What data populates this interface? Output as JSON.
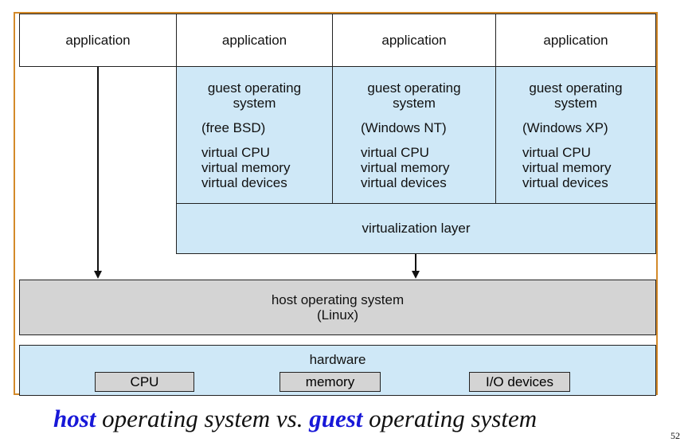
{
  "apps": {
    "app1": "application",
    "app2": "application",
    "app3": "application",
    "app4": "application"
  },
  "guests": [
    {
      "title_line1": "guest operating",
      "title_line2": "system",
      "os": "(free BSD)",
      "cpu": "virtual CPU",
      "memory": "virtual memory",
      "devices": "virtual devices"
    },
    {
      "title_line1": "guest operating",
      "title_line2": "system",
      "os": "(Windows NT)",
      "cpu": "virtual CPU",
      "memory": "virtual memory",
      "devices": "virtual devices"
    },
    {
      "title_line1": "guest operating",
      "title_line2": "system",
      "os": "(Windows XP)",
      "cpu": "virtual CPU",
      "memory": "virtual memory",
      "devices": "virtual devices"
    }
  ],
  "virtualization_layer": "virtualization layer",
  "host": {
    "line1": "host operating system",
    "line2": "(Linux)"
  },
  "hardware": {
    "title": "hardware",
    "cpu": "CPU",
    "memory": "memory",
    "io": "I/O devices"
  },
  "caption": {
    "host_word": "host",
    "middle": " operating system vs. ",
    "guest_word": "guest",
    "end": " operating system"
  },
  "page_number": "52",
  "colors": {
    "frame": "#d38a2a",
    "guest_blue": "#cfe8f7",
    "host_gray": "#d4d4d4",
    "caption_keyword": "#1818d8"
  }
}
